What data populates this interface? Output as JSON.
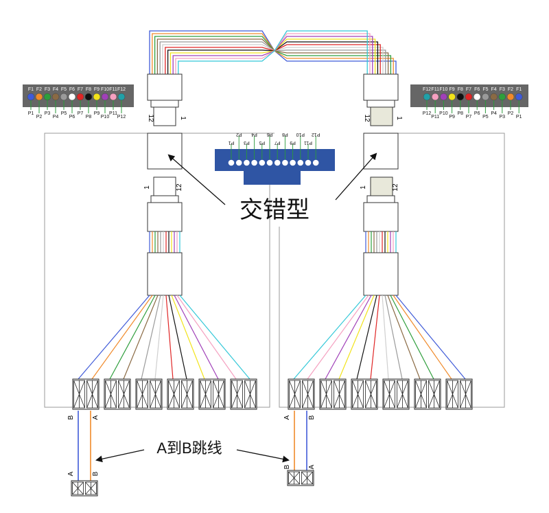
{
  "fiber_colors": [
    "#3f5ad8",
    "#f08a2a",
    "#2e9e3c",
    "#8a6a44",
    "#9a9a9a",
    "#cfcfcf",
    "#e02525",
    "#111111",
    "#f2e31a",
    "#a040b8",
    "#f5a0c0",
    "#33c8d8"
  ],
  "left_legend": {
    "fibers": [
      "F1",
      "F2",
      "F3",
      "F4",
      "F5",
      "F6",
      "F7",
      "F8",
      "F9",
      "F10",
      "F11",
      "F12"
    ],
    "fiber_colors": [
      "#3f5ad8",
      "#f08a2a",
      "#2e9e3c",
      "#8a6a44",
      "#9a9a9a",
      "#ffffff",
      "#e02525",
      "#111111",
      "#f2e31a",
      "#a040b8",
      "#f5a0c0",
      "#20a0a8"
    ],
    "pins": [
      "P1",
      "P2",
      "P3",
      "P4",
      "P5",
      "P6",
      "P7",
      "P8",
      "P9",
      "P10",
      "P11",
      "P12"
    ]
  },
  "right_legend": {
    "fibers": [
      "F12",
      "F11",
      "F10",
      "F9",
      "F8",
      "F7",
      "F6",
      "F5",
      "F4",
      "F3",
      "F2",
      "F1"
    ],
    "fiber_colors": [
      "#20a0a8",
      "#f5a0c0",
      "#a040b8",
      "#f2e31a",
      "#111111",
      "#e02525",
      "#ffffff",
      "#9a9a9a",
      "#8a6a44",
      "#2e9e3c",
      "#f08a2a",
      "#3f5ad8"
    ],
    "pins": [
      "P12",
      "P11",
      "P10",
      "P9",
      "P8",
      "P7",
      "P6",
      "P5",
      "P4",
      "P3",
      "P2",
      "P1"
    ]
  },
  "mpo_face": {
    "pins_top": [
      "P2",
      "P4",
      "P6",
      "P8",
      "P10",
      "P12"
    ],
    "pins_bottom": [
      "P1",
      "P3",
      "P5",
      "P7",
      "P9",
      "P11"
    ],
    "body_color": "#2f55a4"
  },
  "labels": {
    "type_name": "交错型",
    "jumper_note": "A到B跳线",
    "pin_12": "12",
    "pin_1": "1",
    "end_a": "A",
    "end_b": "B"
  }
}
